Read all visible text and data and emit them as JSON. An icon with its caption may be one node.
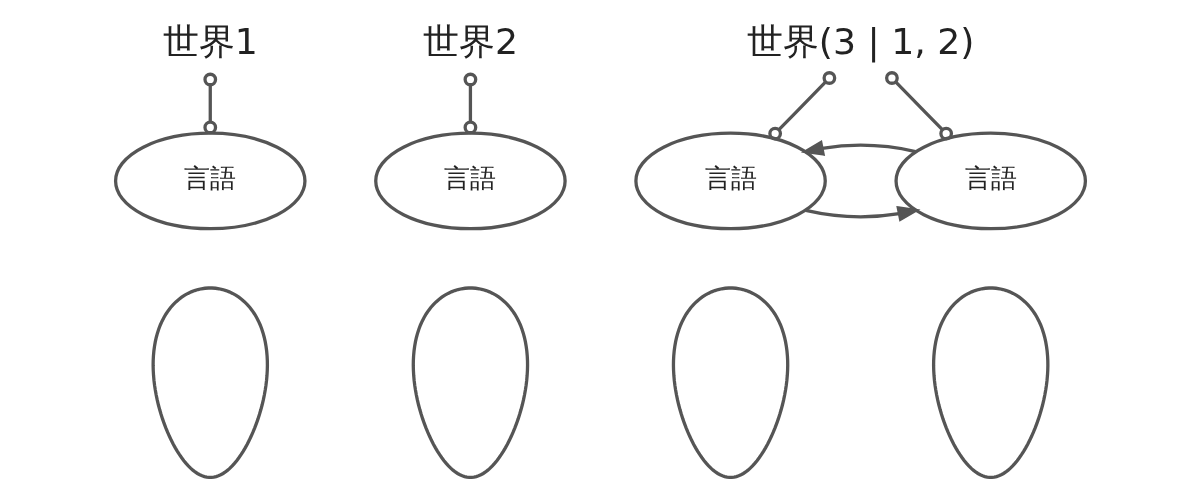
{
  "diagram": {
    "nodes": [
      {
        "text": [
          "世界1"
        ]
      },
      {
        "text": [
          "世界2"
        ]
      },
      {
        "text": [
          "世界(3 | 1, 2)"
        ]
      },
      {
        "text": [
          "言語"
        ]
      },
      {
        "text": [
          "言語"
        ]
      },
      {
        "text": [
          "言語"
        ]
      },
      {
        "text": [
          "言語"
        ]
      },
      {
        "text": [],
        "shape": "person"
      },
      {
        "text": [],
        "shape": "person"
      },
      {
        "text": [],
        "shape": "person"
      },
      {
        "text": [],
        "shape": "person"
      }
    ],
    "edges": [
      {
        "from": 0,
        "to": 3,
        "arrow": "other"
      },
      {
        "from": 1,
        "to": 4,
        "arrow": "other"
      },
      {
        "from": 2,
        "to": 5,
        "arrow": "other"
      },
      {
        "from": 2,
        "to": 6,
        "arrow": "other"
      },
      {
        "from": 5,
        "to": 6,
        "arrow": "to"
      },
      {
        "from": 6,
        "to": 5,
        "arrow": "to"
      }
    ]
  }
}
